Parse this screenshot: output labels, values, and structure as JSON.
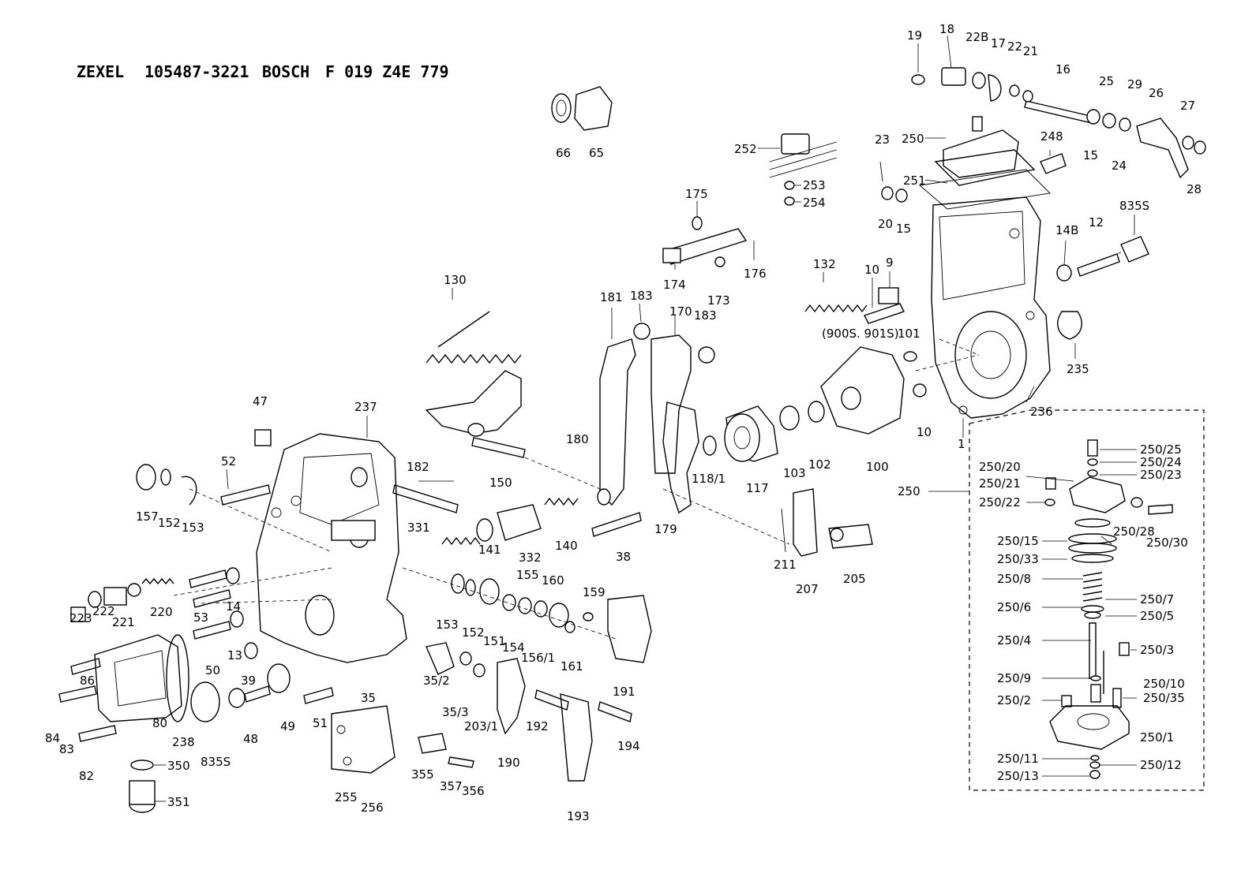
{
  "title": {
    "brand1": "ZEXEL",
    "code1": "105487-3221",
    "brand2": "BOSCH",
    "code2": "F 019 Z4E 779"
  },
  "labels": {
    "l1": "1",
    "l9": "9",
    "l10a": "10",
    "l10b": "10",
    "l12": "12",
    "l13": "13",
    "l14": "14",
    "l14B": "14B",
    "l15a": "15",
    "l15b": "15",
    "l16": "16",
    "l17": "17",
    "l18": "18",
    "l19": "19",
    "l20": "20",
    "l21": "21",
    "l22": "22",
    "l22B": "22B",
    "l23": "23",
    "l24": "24",
    "l25": "25",
    "l26": "26",
    "l27": "27",
    "l28": "28",
    "l29": "29",
    "l35": "35",
    "l35_2": "35/2",
    "l35_3": "35/3",
    "l38": "38",
    "l39": "39",
    "l47": "47",
    "l48": "48",
    "l49": "49",
    "l50": "50",
    "l51": "51",
    "l52": "52",
    "l53": "53",
    "l65": "65",
    "l66": "66",
    "l80": "80",
    "l82": "82",
    "l83": "83",
    "l84": "84",
    "l86": "86",
    "l100": "100",
    "l101": "101",
    "l102": "102",
    "l103": "103",
    "l117": "117",
    "l118_1": "118/1",
    "l130": "130",
    "l132": "132",
    "l140": "140",
    "l141": "141",
    "l150": "150",
    "l151": "151",
    "l152a": "152",
    "l152b": "152",
    "l153a": "153",
    "l153b": "153",
    "l154": "154",
    "l155": "155",
    "l156_1": "156/1",
    "l157": "157",
    "l159": "159",
    "l160": "160",
    "l161": "161",
    "l170": "170",
    "l173": "173",
    "l174": "174",
    "l175": "175",
    "l176": "176",
    "l179": "179",
    "l180": "180",
    "l181": "181",
    "l182": "182",
    "l183a": "183",
    "l183b": "183",
    "l190": "190",
    "l191": "191",
    "l192": "192",
    "l193": "193",
    "l194": "194",
    "l203_1": "203/1",
    "l205": "205",
    "l207": "207",
    "l211": "211",
    "l220": "220",
    "l221": "221",
    "l222": "222",
    "l223": "223",
    "l235": "235",
    "l236": "236",
    "l237": "237",
    "l238": "238",
    "l248": "248",
    "l250a": "250",
    "l250b": "250",
    "l251": "251",
    "l252": "252",
    "l253": "253",
    "l254": "254",
    "l255": "255",
    "l256": "256",
    "l331": "331",
    "l332": "332",
    "l350": "350",
    "l351": "351",
    "l355": "355",
    "l356": "356",
    "l357": "357",
    "l835Sa": "835S",
    "l835Sb": "835S",
    "l900s": "(900S. 901S)"
  },
  "sub250": {
    "s1": "250/1",
    "s2": "250/2",
    "s3": "250/3",
    "s4": "250/4",
    "s5": "250/5",
    "s6": "250/6",
    "s7": "250/7",
    "s8": "250/8",
    "s9": "250/9",
    "s10": "250/10",
    "s11": "250/11",
    "s12": "250/12",
    "s13": "250/13",
    "s15": "250/15",
    "s20": "250/20",
    "s21": "250/21",
    "s22": "250/22",
    "s23": "250/23",
    "s24": "250/24",
    "s25": "250/25",
    "s28": "250/28",
    "s30": "250/30",
    "s33": "250/33",
    "s35": "250/35"
  }
}
